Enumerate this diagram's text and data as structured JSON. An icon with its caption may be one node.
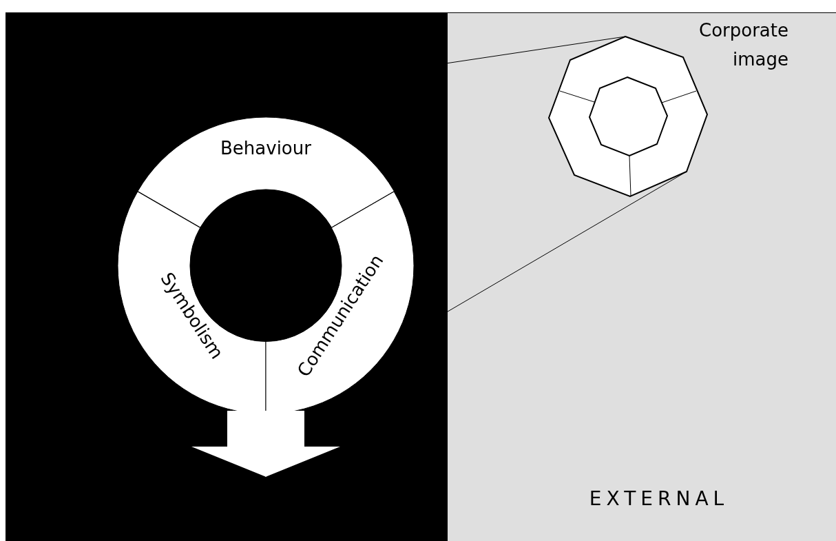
{
  "diagram": {
    "nodes": [
      {
        "text": [],
        "shape": "box"
      },
      {
        "text": [
          "Behaviour"
        ],
        "in": 0
      },
      {
        "text": [
          "Symbolism"
        ],
        "in": 0
      },
      {
        "text": [
          "Communication"
        ],
        "in": 0
      },
      {
        "text": [
          "EXTERNAL"
        ]
      },
      {
        "text": [],
        "shape": "octagon",
        "beside": [
          "Corporate image"
        ],
        "in": 4
      }
    ],
    "edges": [
      {
        "from": 0,
        "to": 5,
        "arrow": "none"
      },
      {
        "from": 0,
        "to": 5,
        "arrow": "none"
      },
      {
        "from": 2,
        "to": null,
        "arrow": "to",
        "style": "thick",
        "color": "#ffffff"
      },
      {
        "from": 3,
        "to": null,
        "arrow": "to",
        "style": "thick",
        "color": "#ffffff"
      }
    ]
  }
}
